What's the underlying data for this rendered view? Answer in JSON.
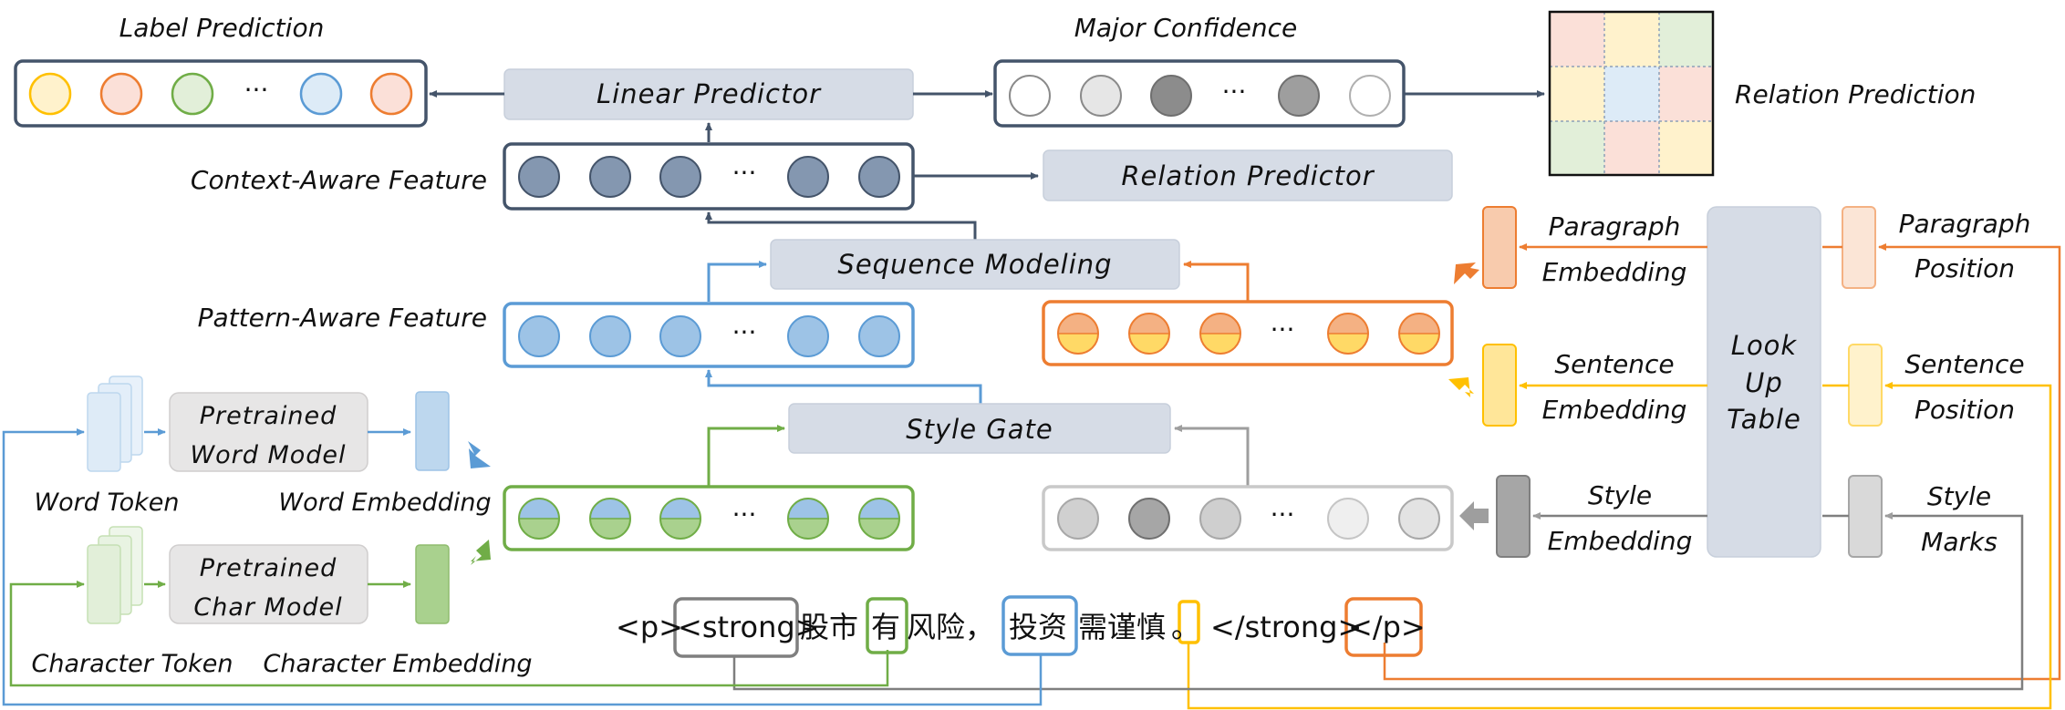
{
  "labels": {
    "label_prediction": "Label Prediction",
    "major_confidence": "Major Confidence",
    "relation_prediction": "Relation Prediction",
    "linear_predictor": "Linear Predictor",
    "relation_predictor": "Relation Predictor",
    "context_aware_feature": "Context-Aware Feature",
    "sequence_modeling": "Sequence Modeling",
    "pattern_aware_feature": "Pattern-Aware Feature",
    "style_gate": "Style Gate",
    "pretrained_word_model_1": "Pretrained",
    "pretrained_word_model_2": "Word Model",
    "pretrained_char_model_1": "Pretrained",
    "pretrained_char_model_2": "Char Model",
    "word_token": "Word Token",
    "word_embedding": "Word Embedding",
    "character_token": "Character Token",
    "character_embedding": "Character Embedding",
    "paragraph_embedding_1": "Paragraph",
    "paragraph_embedding_2": "Embedding",
    "sentence_embedding_1": "Sentence",
    "sentence_embedding_2": "Embedding",
    "style_embedding_1": "Style",
    "style_embedding_2": "Embedding",
    "look_up_table_1": "Look",
    "look_up_table_2": "Up",
    "look_up_table_3": "Table",
    "paragraph_position_1": "Paragraph",
    "paragraph_position_2": "Position",
    "sentence_position_1": "Sentence",
    "sentence_position_2": "Position",
    "style_marks_1": "Style",
    "style_marks_2": "Marks",
    "ellipsis": "···"
  },
  "sentence": {
    "tag_p_open": "<p>",
    "tag_strong_open": "<strong>",
    "chars_a": "股市",
    "char_you": "有",
    "chars_b": "风险，",
    "chars_touzi": "投资",
    "chars_c": "需谨慎",
    "char_period": "。",
    "tag_strong_close": "</strong>",
    "tag_p_close": "</p>"
  },
  "colors": {
    "dark_slate": "#4a5568",
    "box_fill": "#d6dce6",
    "blue": "#5b9bd5",
    "blue_fill": "#9dc3e6",
    "green": "#70ad47",
    "green_fill": "#a9d18e",
    "orange": "#ed7d31",
    "orange_fill": "#f4b183",
    "yellow": "#ffc000",
    "yellow_fill": "#ffe699",
    "gray": "#9e9e9e",
    "grid_pink": "#fbe0d8",
    "grid_yellow": "#fff2cc",
    "grid_green": "#e2efd9",
    "grid_blue": "#ddebf7"
  }
}
